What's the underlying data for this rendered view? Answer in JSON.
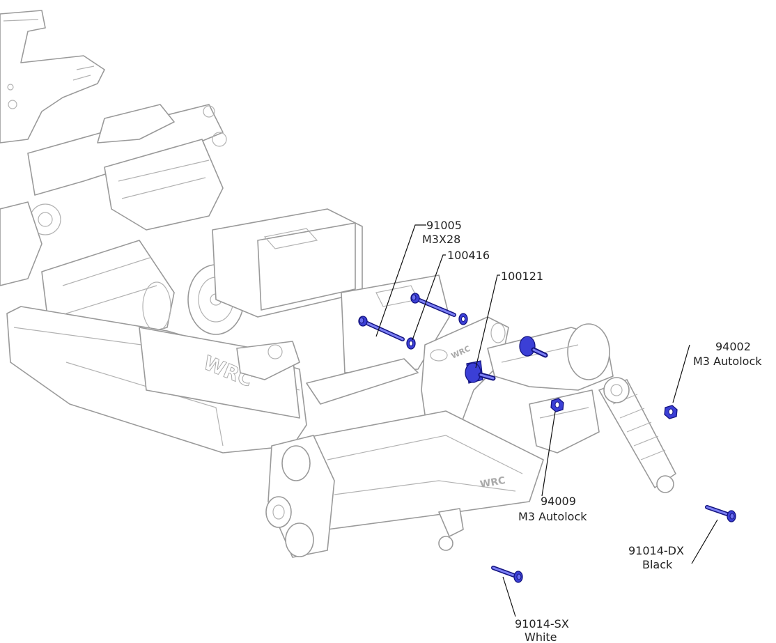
{
  "colors": {
    "hardware": "#3b3fd6",
    "hardware_outline": "#141480",
    "chassis_line": "#9a9a9a",
    "label_text": "#222222"
  },
  "callouts": [
    {
      "id": "91005",
      "lines": [
        "91005",
        "M3X28"
      ]
    },
    {
      "id": "100416",
      "lines": [
        "100416"
      ]
    },
    {
      "id": "100121",
      "lines": [
        "100121"
      ]
    },
    {
      "id": "94002",
      "lines": [
        "94002",
        "M3 Autolock"
      ]
    },
    {
      "id": "94009",
      "lines": [
        "94009",
        "M3 Autolock"
      ]
    },
    {
      "id": "91014-DX",
      "lines": [
        "91014-DX",
        "Black"
      ]
    },
    {
      "id": "91014-SX",
      "lines": [
        "91014-SX",
        "White"
      ]
    }
  ],
  "chassis_text": {
    "chassis_brand": "WRC",
    "arm_brand": "WRC",
    "tower_brand": "WRC"
  }
}
